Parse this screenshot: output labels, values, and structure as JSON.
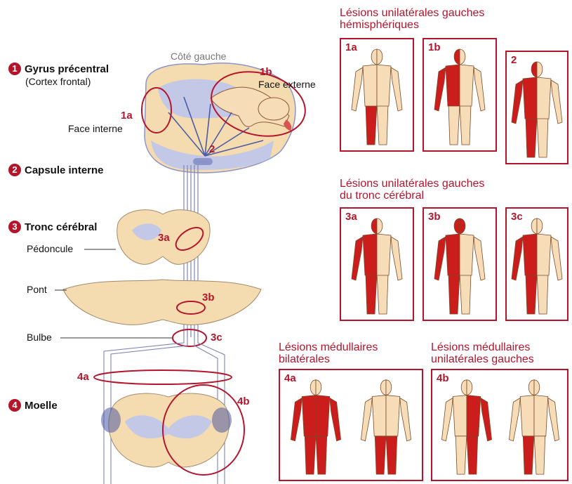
{
  "diagram": {
    "side_label": "Côté gauche",
    "levels": [
      {
        "num": "1",
        "title": "Gyrus précentral",
        "subtitle": "(Cortex frontal)"
      },
      {
        "num": "2",
        "title": "Capsule interne"
      },
      {
        "num": "3",
        "title": "Tronc cérébral"
      },
      {
        "num": "4",
        "title": "Moelle"
      }
    ],
    "structures": {
      "face_interne": "Face interne",
      "face_externe": "Face externe",
      "pedoncule": "Pédoncule",
      "pont": "Pont",
      "bulbe": "Bulbe"
    },
    "markers": {
      "m1a": "1a",
      "m1b": "1b",
      "m2": "2",
      "m3a": "3a",
      "m3b": "3b",
      "m3c": "3c",
      "m4a": "4a",
      "m4b": "4b"
    }
  },
  "sections": {
    "hemispheric": {
      "title_line1": "Lésions unilatérales gauches",
      "title_line2": "hémisphériques"
    },
    "brainstem": {
      "title_line1": "Lésions unilatérales gauches",
      "title_line2": "du tronc cérébral"
    },
    "spinal_bilateral": {
      "title_line1": "Lésions médullaires",
      "title_line2": "bilatérales"
    },
    "spinal_unilateral": {
      "title_line1": "Lésions médullaires",
      "title_line2": "unilatérales gauches"
    }
  },
  "panels": [
    {
      "id": "1a",
      "paralysis": "right leg"
    },
    {
      "id": "1b",
      "paralysis": "right face and arm"
    },
    {
      "id": "2",
      "paralysis": "right half of body"
    },
    {
      "id": "3a",
      "paralysis": "right half of body"
    },
    {
      "id": "3b",
      "paralysis": "right half of body"
    },
    {
      "id": "3c",
      "paralysis": "right half of body"
    },
    {
      "id": "4a",
      "paralysis": "whole body / both legs"
    },
    {
      "id": "4b",
      "paralysis": "left half / right leg"
    }
  ],
  "colors": {
    "accent": "#b5152b",
    "paralysis": "#cc1d1d",
    "skin": "#f6ddb8",
    "tissue": "#f5dcb0",
    "grey_matter": "#c2c8e6"
  }
}
